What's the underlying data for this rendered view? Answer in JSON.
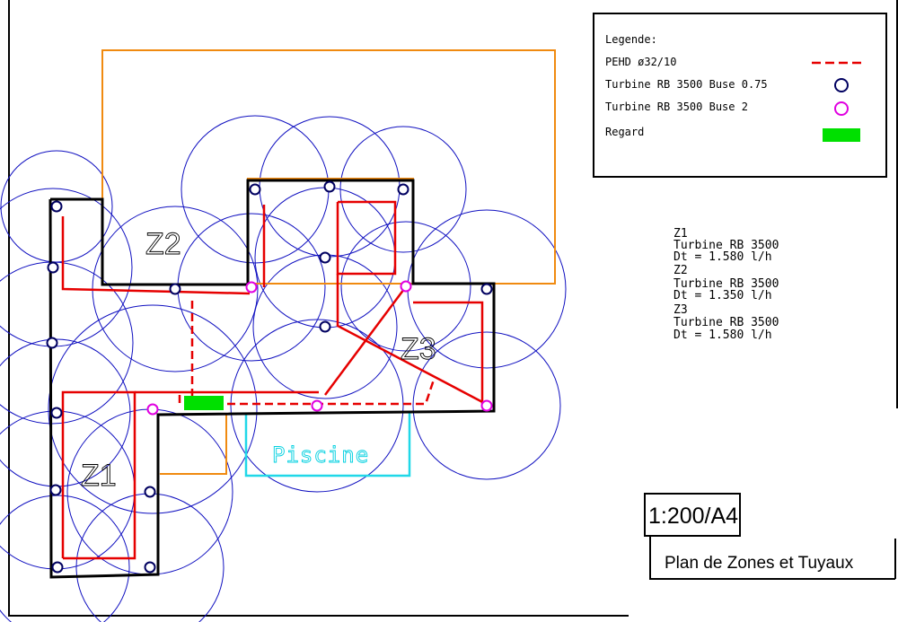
{
  "colors": {
    "pipe": "#e60000",
    "sprinkler_coverage": "#1010c0",
    "turbine_075": "#000060",
    "turbine_2": "#e000e0",
    "regard": "#00e000",
    "zone_outline_orange": "#f08a10",
    "pool_outline": "#20d8e8",
    "walls": "#000000"
  },
  "legend": {
    "title": "Legende:",
    "items": [
      {
        "label": "PEHD ø32/10",
        "icon": "dashed-red-line"
      },
      {
        "label": "Turbine RB 3500 Buse 0.75",
        "icon": "dark-blue-circle"
      },
      {
        "label": "Turbine RB 3500 Buse 2",
        "icon": "magenta-circle"
      },
      {
        "label": "Regard",
        "icon": "green-rectangle"
      }
    ]
  },
  "zones": {
    "z1": "Z1",
    "z2": "Z2",
    "z3": "Z3"
  },
  "piscine": "Piscine",
  "zone_info": [
    {
      "zone": "Z1",
      "turbine": "Turbine RB 3500",
      "dt": "Dt = 1.580 l/h"
    },
    {
      "zone": "Z2",
      "turbine": "Turbine RB 3500",
      "dt": "Dt = 1.350 l/h"
    },
    {
      "zone": "Z3",
      "turbine": "Turbine RB 3500",
      "dt": "Dt = 1.580 l/h"
    }
  ],
  "title_block": {
    "scale": "1:200/A4",
    "title": "Plan de Zones et Tuyaux"
  }
}
